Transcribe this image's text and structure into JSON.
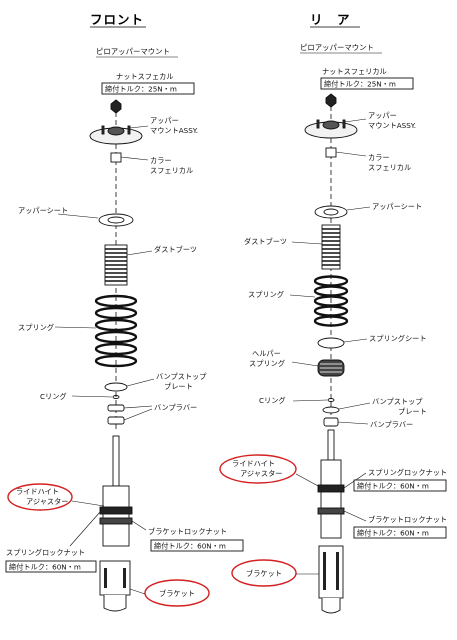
{
  "headings": {
    "front": "フロント",
    "rear": "リ　ア"
  },
  "front": {
    "pillow_mount_title": "ピロアッパーマウント",
    "nut_spherical": "ナットスフェカル",
    "torque_nut": "締付トルク：25N・m",
    "upper_mount_line1": "アッパー",
    "upper_mount_line2": "マウントASSY.",
    "collar_line1": "カラー",
    "collar_line2": "スフェリカル",
    "upper_sheet": "アッパーシート",
    "dust_boots": "ダストブーツ",
    "spring": "スプリング",
    "bump_stop_line1": "バンプストップ",
    "bump_stop_line2": "プレート",
    "c_ring": "Cリング",
    "bump_rubber": "バンプラバー",
    "ride_height_line1": "ライドハイト",
    "ride_height_line2": "アジャスター",
    "bracket_lock_nut": "ブラケットロックナット",
    "torque_bracket": "締付トルク：60N・m",
    "spring_lock_nut": "スプリングロックナット",
    "torque_spring": "締付トルク：60N・m",
    "bracket": "ブラケット"
  },
  "rear": {
    "pillow_mount_title": "ピロアッパーマウント",
    "nut_spherical": "ナットスフェリカル",
    "torque_nut": "締付トルク：25N・m",
    "upper_mount_line1": "アッパー",
    "upper_mount_line2": "マウントASSY.",
    "collar_line1": "カラー",
    "collar_line2": "スフェリカル",
    "upper_sheet": "アッパーシート",
    "dust_boots": "ダストブーツ",
    "spring": "スプリング",
    "spring_sheet": "スプリングシート",
    "helper_line1": "ヘルパー",
    "helper_line2": "スプリング",
    "c_ring": "Cリング",
    "bump_stop_line1": "バンプストップ",
    "bump_stop_line2": "プレート",
    "bump_rubber": "バンプラバー",
    "ride_height_line1": "ライドハイト",
    "ride_height_line2": "アジャスター",
    "spring_lock_nut": "スプリングロックナット",
    "torque_spring": "締付トルク：60N・m",
    "bracket_lock_nut": "ブラケットロックナット",
    "torque_bracket": "締付トルク：60N・m",
    "bracket": "ブラケット"
  },
  "colors": {
    "ink": "#111111",
    "highlight": "#d42020",
    "paper": "#ffffff"
  }
}
